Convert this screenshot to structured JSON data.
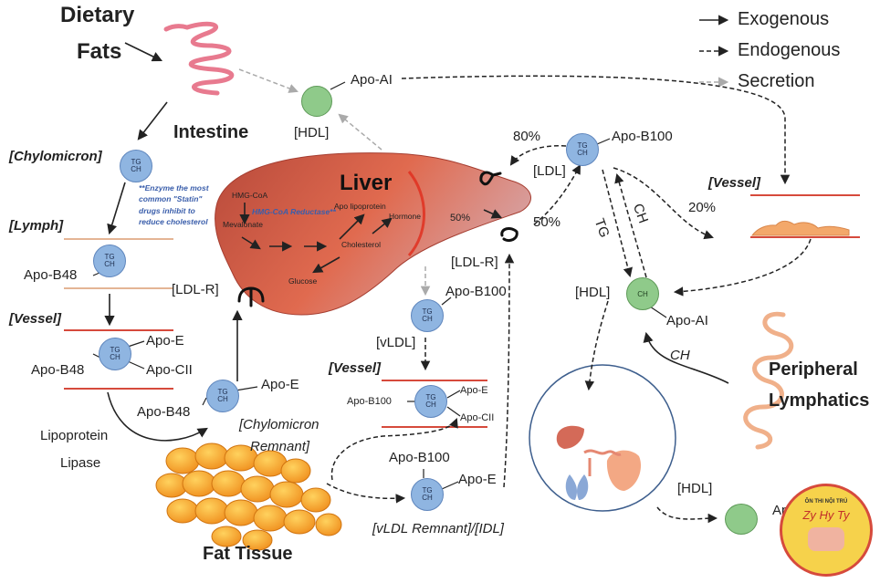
{
  "legend": {
    "exogenous": "Exogenous",
    "endogenous": "Endogenous",
    "secretion": "Secretion"
  },
  "labels": {
    "dietary": "Dietary",
    "fats": "Fats",
    "intestine": "Intestine",
    "liver": "Liver",
    "fat_tissue": "Fat Tissue",
    "peripheral": "Peripheral",
    "lymphatics": "Lymphatics",
    "chylomicron": "[Chylomicron]",
    "lymph": "[Lymph]",
    "vessel": "[Vessel]",
    "vessel_ldl": "[Vessel]",
    "vessel_vldl": "[Vessel]",
    "hdl_top": "[HDL]",
    "hdl_mid": "[HDL]",
    "hdl_bottom": "[HDL]",
    "ldl": "[LDL]",
    "ldlr_left": "[LDL-R]",
    "ldlr_mid": "[LDL-R]",
    "vldl": "[vLDL]",
    "chylo_remnant_1": "[Chylomicron",
    "chylo_remnant_2": "Remnant]",
    "vldl_remnant": "[vLDL Remnant]/[IDL]",
    "lipoprotein": "Lipoprotein",
    "lipase": "Lipase"
  },
  "apo": {
    "ai_top": "Apo-AI",
    "ai_mid": "Apo-AI",
    "ai_bottom": "Apo-A",
    "b48_lymph": "Apo-B48",
    "b48_vessel": "Apo-B48",
    "b48_remnant": "Apo-B48",
    "e_vessel": "Apo-E",
    "cii_vessel": "Apo-CII",
    "e_remnant": "Apo-E",
    "b100_ldl": "Apo-B100",
    "b100_vldl": "Apo-B100",
    "b100_vessel": "Apo-B100",
    "e_vldl_vessel": "Apo-E",
    "cii_vldl_vessel": "Apo-CII",
    "b100_idl": "Apo-B100",
    "e_idl": "Apo-E"
  },
  "particle": {
    "tg": "TG",
    "ch": "CH"
  },
  "liver_labels": {
    "hmg": "HMG-CoA",
    "mevalonate": "Mevalonate",
    "reductase": "HMG-CoA Reductase**",
    "apolipoprotein": "Apo lipoprotein",
    "hormone": "Hormone",
    "cholesterol": "Cholesterol",
    "glucose": "Glucose"
  },
  "note": {
    "line1": "**Enzyme the most",
    "line2": "common \"Statin\"",
    "line3": "drugs inhibit to",
    "line4": "reduce cholesterol"
  },
  "flow": {
    "pct_80": "80%",
    "pct_50_liver": "50%",
    "pct_50": "50%",
    "pct_20": "20%",
    "tg": "TG",
    "ch_ldl": "CH",
    "ch_lymph": "CH"
  },
  "badge": {
    "line1": "ÔN THI NỘI TRÚ",
    "line2": "Zy Hy Ty"
  },
  "colors": {
    "liver_dark": "#b84a3b",
    "liver_light": "#e88a64",
    "particle": "#8fb5e1",
    "hdl": "#8fca8a",
    "vessel_wall": "#d64a3c",
    "fat_tissue": "#f29a2a",
    "badge": "#f6d24b"
  }
}
